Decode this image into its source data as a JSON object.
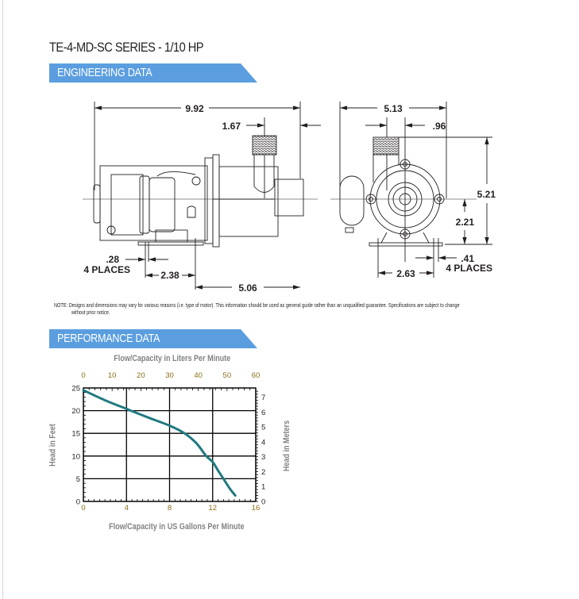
{
  "document": {
    "series_title": "TE-4-MD-SC SERIES - 1/10 HP",
    "accent_color": "#5b9ee0",
    "curve_color": "#1f7a80"
  },
  "engineering": {
    "banner": "ENGINEERING DATA",
    "side_view_dims": {
      "overall_length": "9.92",
      "discharge_offset": "1.67",
      "mount_hole": ".28",
      "mount_hole_qty": "4 PLACES",
      "mount_spacing": "2.38",
      "mount_to_front": "5.06"
    },
    "front_view_dims": {
      "overall_width": "5.13",
      "discharge_offset": ".96",
      "overall_height": "5.21",
      "shaft_height": "2.21",
      "mount_spacing": "2.63",
      "mount_hole": ".41",
      "mount_hole_qty": "4 PLACES"
    },
    "note_line1": "NOTE: Designs and dimensions may vary for various reasons (i.e. type of motor). This information should be used as general guide rather than an unqualified guarantee. Specifications are subject to change",
    "note_line2": "without prior notice."
  },
  "performance": {
    "banner": "PERFORMANCE DATA"
  },
  "chart_data": {
    "type": "line",
    "title": "Flow/Capacity in Liters Per Minute",
    "xlabel": "Flow/Capacity in US Gallons Per Minute",
    "ylabel": "Head in Feet",
    "ylabel_right": "Head in Meters",
    "x_ticks": [
      "0",
      "4",
      "8",
      "12",
      "16"
    ],
    "x_top_ticks": [
      "0",
      "10",
      "20",
      "30",
      "40",
      "50",
      "60"
    ],
    "y_ticks": [
      "0",
      "5",
      "10",
      "15",
      "20",
      "25"
    ],
    "y_right_ticks": [
      "0",
      "1",
      "2",
      "3",
      "4",
      "5",
      "6",
      "7"
    ],
    "xlim": [
      0,
      16
    ],
    "ylim": [
      0,
      25
    ],
    "x_top_lim": [
      0,
      60
    ],
    "y_right_lim": [
      0,
      7.62
    ],
    "grid": true,
    "series": [
      {
        "name": "TE-4-MD-SC",
        "x": [
          0,
          2,
          4,
          4.4,
          6,
          8,
          9.4,
          10.5,
          11.4,
          12,
          12.5,
          13,
          13.6,
          14.1
        ],
        "values": [
          24.5,
          22.3,
          20.4,
          20,
          18.5,
          16.7,
          15,
          12.8,
          10,
          8.7,
          6.8,
          5,
          2.8,
          1.3
        ]
      }
    ]
  }
}
